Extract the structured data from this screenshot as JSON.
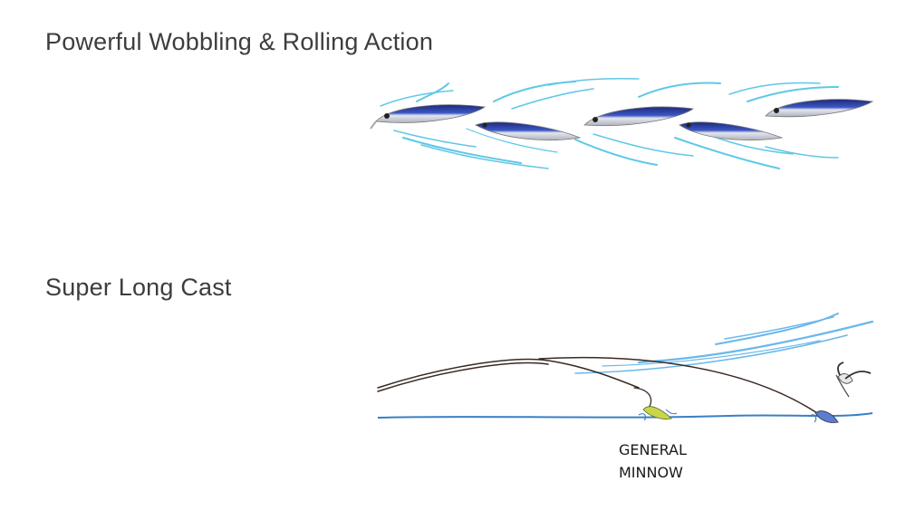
{
  "sections": [
    {
      "title": "Powerful Wobbling & Rolling Action",
      "illustration_icon": "swimming-lures-illustration"
    },
    {
      "title": "Super Long Cast",
      "illustration_icon": "casting-trajectory-illustration",
      "label_lines": [
        "GENERAL",
        "MINNOW"
      ]
    }
  ],
  "colors": {
    "lure_blue": "#2a3f9e",
    "lure_silver": "#d9dbe2",
    "water_light": "#5fc8e6",
    "water_line": "#3a7fc4",
    "wind_lines": "#6ab8ea",
    "trajectory": "#3a2a22",
    "general_minnow_lure": "#c8d64a"
  }
}
